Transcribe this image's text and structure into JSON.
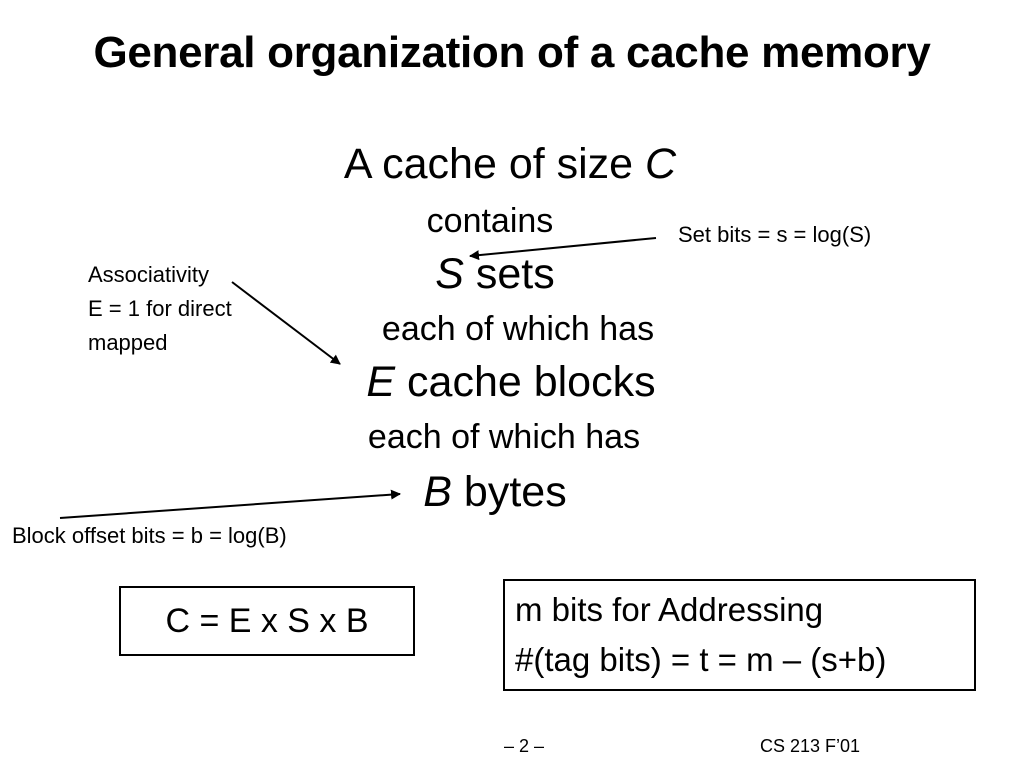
{
  "slide": {
    "title": "General organization of a cache memory",
    "lines": {
      "l1_prefix": "A cache of size ",
      "l1_var": "C",
      "l2": "contains",
      "l3_var": "S",
      "l3_suffix": " sets",
      "l4": "each of which has",
      "l5_var": "E",
      "l5_suffix": " cache blocks",
      "l6": "each of which has",
      "l7_var": "B",
      "l7_suffix": " bytes"
    },
    "notes": {
      "set_bits": "Set bits = s = log(S)",
      "assoc_line1": "Associativity",
      "assoc_line2": "E = 1 for direct",
      "assoc_line3": "mapped",
      "block_offset": "Block offset bits = b = log(B)"
    },
    "boxes": {
      "formula": "C = E x S x B",
      "addr_line1": "m bits for Addressing",
      "addr_line2": "#(tag bits) = t = m – (s+b)"
    },
    "footer": {
      "page": "– 2 –",
      "course": "CS 213 F’01"
    }
  }
}
